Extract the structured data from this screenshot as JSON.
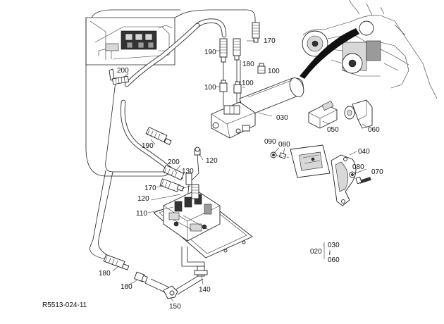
{
  "drawing_code": "R5513-024-11",
  "callouts": {
    "c020": "020",
    "c030_main": "030",
    "c030_range": "030",
    "c040": "040",
    "c050": "050",
    "c060_part": "060",
    "c060_range": "060",
    "c070": "070",
    "c080_a": "080",
    "c080_b": "080",
    "c090": "090",
    "c100_a": "100",
    "c100_b": "100",
    "c100_c": "100",
    "c110": "110",
    "c120_a": "120",
    "c120_b": "120",
    "c130": "130",
    "c140": "140",
    "c150": "150",
    "c160": "160",
    "c170_a": "170",
    "c170_b": "170",
    "c180_a": "180",
    "c180_b": "180",
    "c190_a": "190",
    "c190_b": "190",
    "c200_a": "200",
    "c200_b": "200"
  },
  "range_symbol": "≀"
}
